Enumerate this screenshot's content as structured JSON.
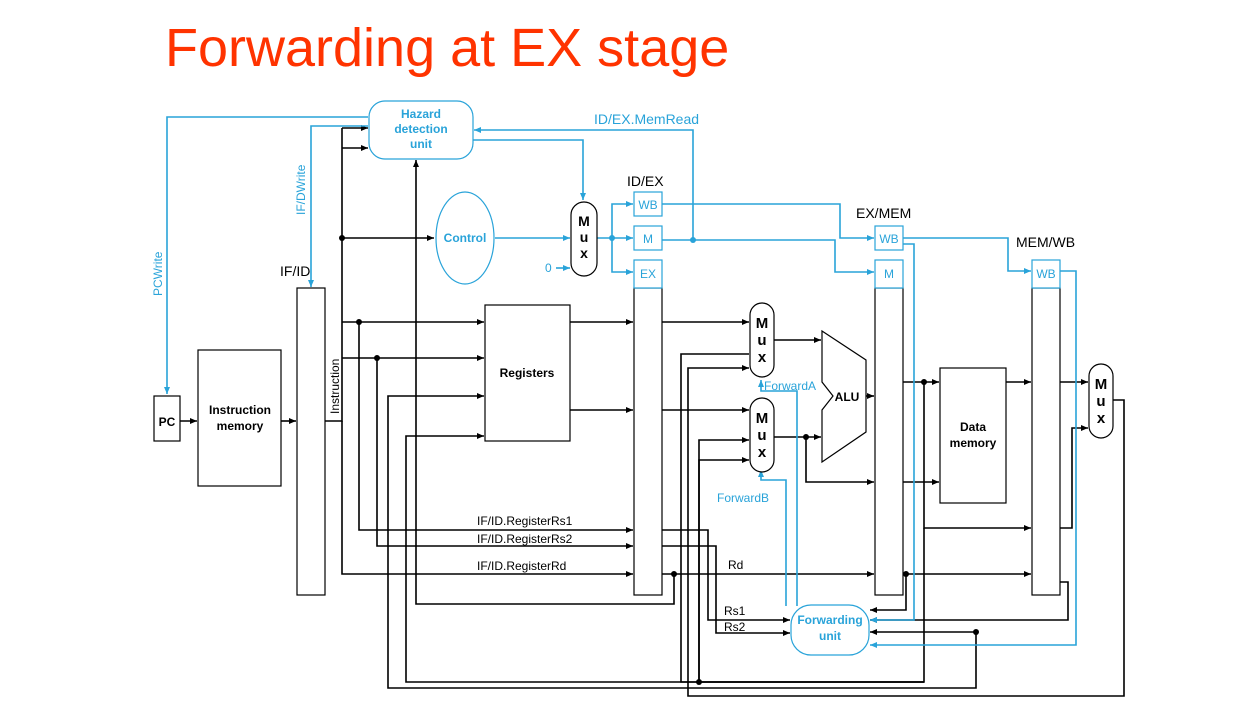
{
  "title": "Forwarding at EX stage",
  "colors": {
    "title": "#ff3300",
    "control_path": "#29a3d9",
    "data_path": "#000000"
  },
  "pipeline_registers": {
    "if_id": "IF/ID",
    "id_ex": "ID/EX",
    "ex_mem": "EX/MEM",
    "mem_wb": "MEM/WB"
  },
  "control_fields": {
    "wb": "WB",
    "m": "M",
    "ex": "EX"
  },
  "units": {
    "hazard": [
      "Hazard",
      "detection",
      "unit"
    ],
    "control": "Control",
    "pc": "PC",
    "instruction_memory": [
      "Instruction",
      "memory"
    ],
    "instruction": "Instruction",
    "registers": "Registers",
    "alu": "ALU",
    "data_memory": [
      "Data",
      "memory"
    ],
    "forwarding": [
      "Forwarding",
      "unit"
    ],
    "mux": [
      "M",
      "u",
      "x"
    ]
  },
  "signals": {
    "id_ex_memread": "ID/EX.MemRead",
    "if_dwrite": "IF/DWrite",
    "pcwrite": "PCWrite",
    "zero": "0",
    "forward_a": "ForwardA",
    "forward_b": "ForwardB",
    "rs1_field": "IF/ID.RegisterRs1",
    "rs2_field": "IF/ID.RegisterRs2",
    "rd_field": "IF/ID.RegisterRd",
    "rd": "Rd",
    "rs1": "Rs1",
    "rs2": "Rs2"
  }
}
